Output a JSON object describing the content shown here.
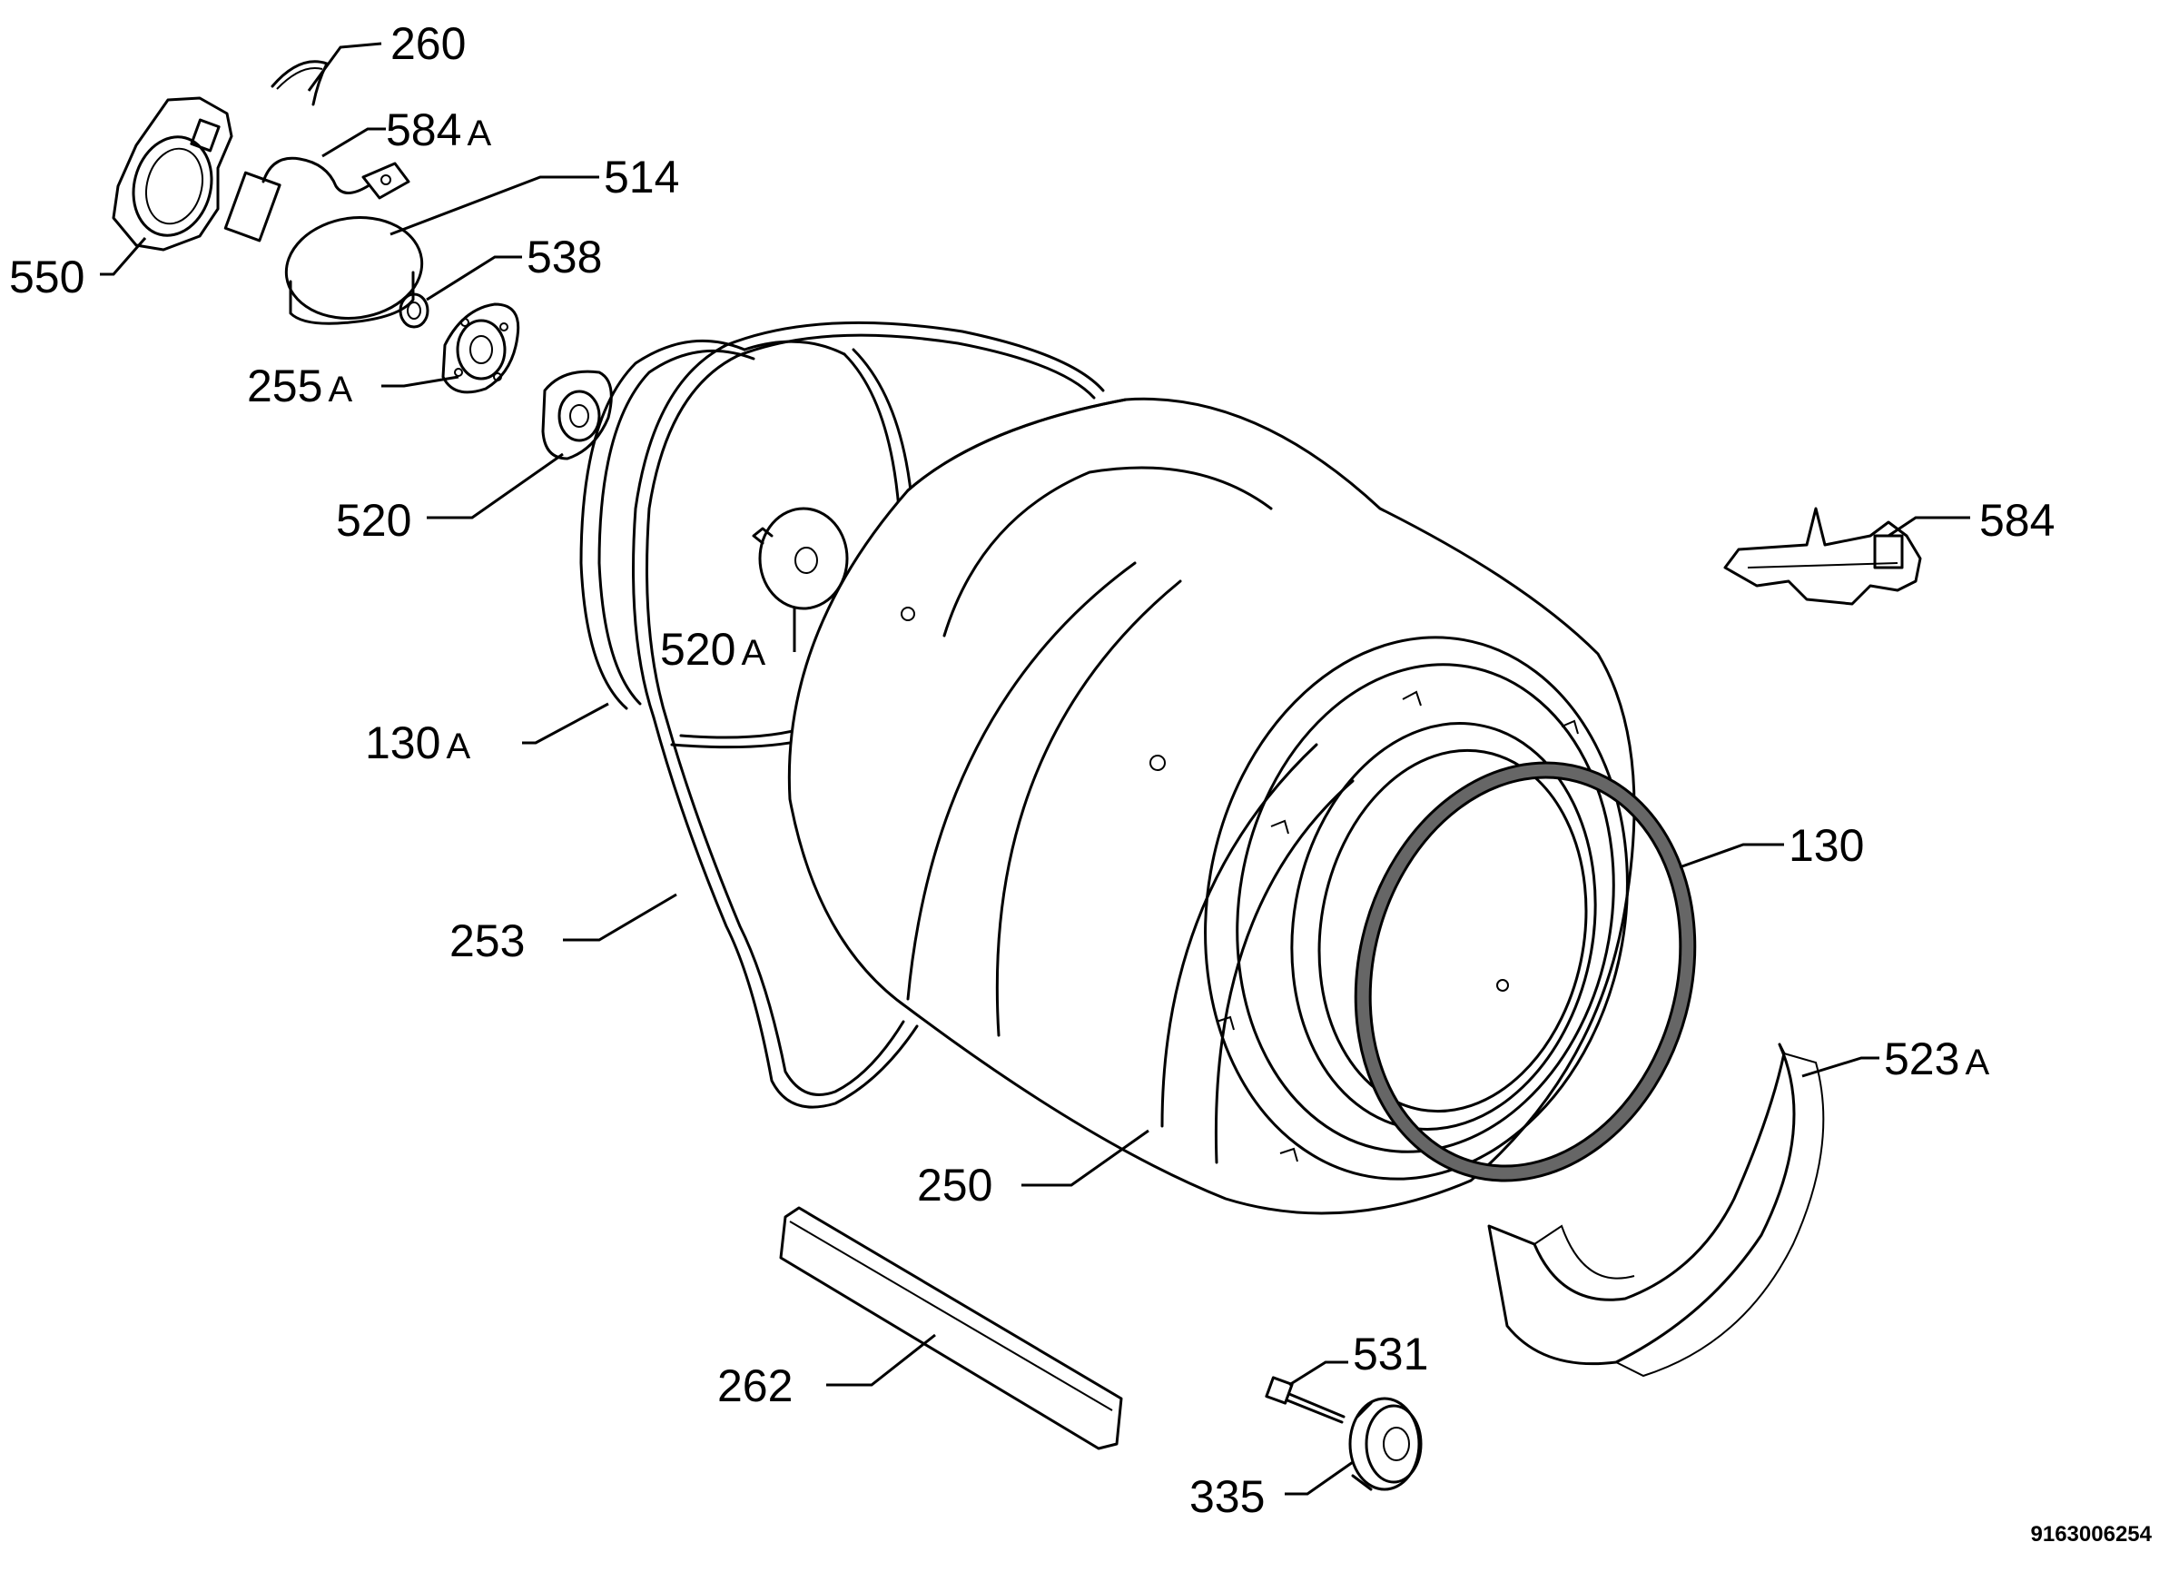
{
  "callouts": [
    {
      "id": "260",
      "number": "260",
      "suffix": ""
    },
    {
      "id": "584A",
      "number": "584",
      "suffix": "A"
    },
    {
      "id": "514",
      "number": "514",
      "suffix": ""
    },
    {
      "id": "538",
      "number": "538",
      "suffix": ""
    },
    {
      "id": "550",
      "number": "550",
      "suffix": ""
    },
    {
      "id": "255A",
      "number": "255",
      "suffix": "A"
    },
    {
      "id": "520",
      "number": "520",
      "suffix": ""
    },
    {
      "id": "520A",
      "number": "520",
      "suffix": "A"
    },
    {
      "id": "584",
      "number": "584",
      "suffix": ""
    },
    {
      "id": "130A",
      "number": "130",
      "suffix": "A"
    },
    {
      "id": "130",
      "number": "130",
      "suffix": ""
    },
    {
      "id": "253",
      "number": "253",
      "suffix": ""
    },
    {
      "id": "523A",
      "number": "523",
      "suffix": "A"
    },
    {
      "id": "250",
      "number": "250",
      "suffix": ""
    },
    {
      "id": "531",
      "number": "531",
      "suffix": ""
    },
    {
      "id": "262",
      "number": "262",
      "suffix": ""
    },
    {
      "id": "335",
      "number": "335",
      "suffix": ""
    }
  ],
  "document_number": "9163006254"
}
